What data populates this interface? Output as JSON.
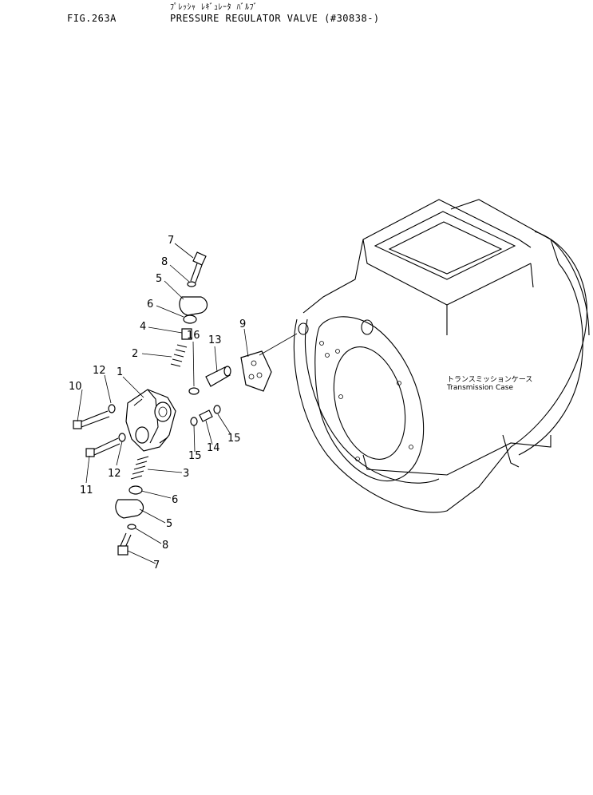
{
  "header": {
    "figure_id": "FIG.263A",
    "title_jp": "ﾌﾟﾚｯｼｬ ﾚｷﾞｭﾚｰﾀ ﾊﾞﾙﾌﾞ",
    "title_en": "PRESSURE REGULATOR VALVE (#30838-)"
  },
  "case_label": {
    "jp": "トランスミッションケース",
    "en": "Transmission Case"
  },
  "callouts": [
    "7",
    "8",
    "5",
    "6",
    "4",
    "2",
    "16",
    "13",
    "9",
    "12",
    "1",
    "10",
    "15",
    "14",
    "15",
    "11",
    "12",
    "3",
    "6",
    "5",
    "8",
    "7"
  ]
}
